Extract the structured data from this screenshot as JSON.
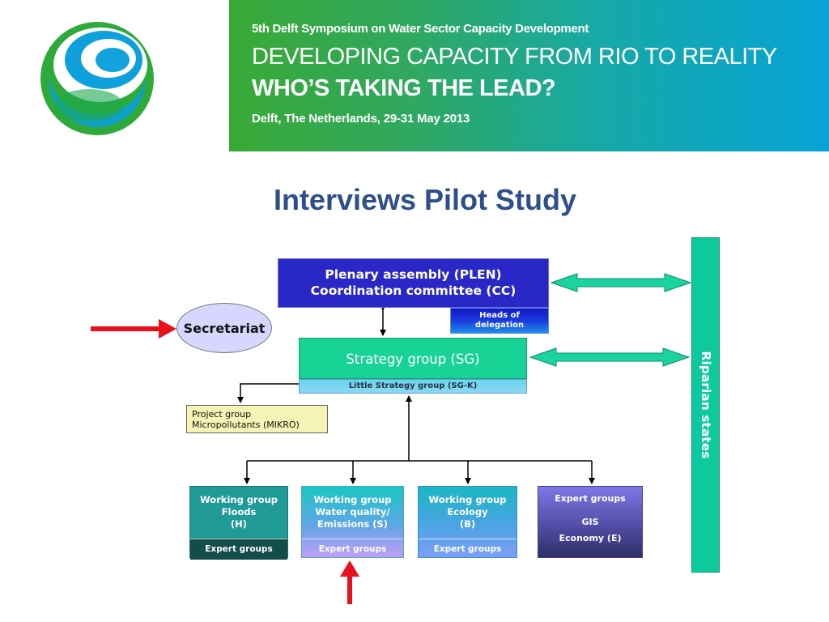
{
  "banner": {
    "line1": "5th Delft Symposium on Water Sector Capacity Development",
    "line2": "DEVELOPING CAPACITY FROM RIO TO REALITY",
    "line3": "WHO’S TAKING THE LEAD?",
    "line4": "Delft, The Netherlands, 29-31 May 2013"
  },
  "title": "Interviews Pilot Study",
  "diagram": {
    "plenary": {
      "line1": "Plenary assembly  (PLEN)",
      "line2": "Coordination committee (CC)"
    },
    "heads": {
      "line1": "Heads of",
      "line2": "delegation"
    },
    "strategy": "Strategy group (SG)",
    "little_strategy": "Little Strategy group (SG-K)",
    "secretariat": "Secretariat",
    "project": {
      "line1": "Project group",
      "line2": "Micropollutants (MIKRO)"
    },
    "riparian": "Riparian states",
    "working_groups": [
      {
        "lines": [
          "Working group",
          "Floods",
          "(H)"
        ],
        "footer": "Expert groups"
      },
      {
        "lines": [
          "Working group",
          "Water quality/",
          "Emissions (S)"
        ],
        "footer": "Expert groups"
      },
      {
        "lines": [
          "Working group",
          "Ecology",
          "(B)"
        ],
        "footer": "Expert groups"
      }
    ],
    "expert_groups": {
      "title": "Expert groups",
      "item1": "GIS",
      "item2": "Economy (E)"
    }
  },
  "colors": {
    "title": "#2e4f8c",
    "plenary": "#2a27c7",
    "strategy": "#18d296",
    "riparian": "#0dc99b",
    "arrow_pointer": "#e8101a",
    "double_arrow": "#1bd3a0"
  },
  "icons": {
    "logo": "symposium-swirl-logo",
    "pointer": "red-arrow-icon"
  }
}
